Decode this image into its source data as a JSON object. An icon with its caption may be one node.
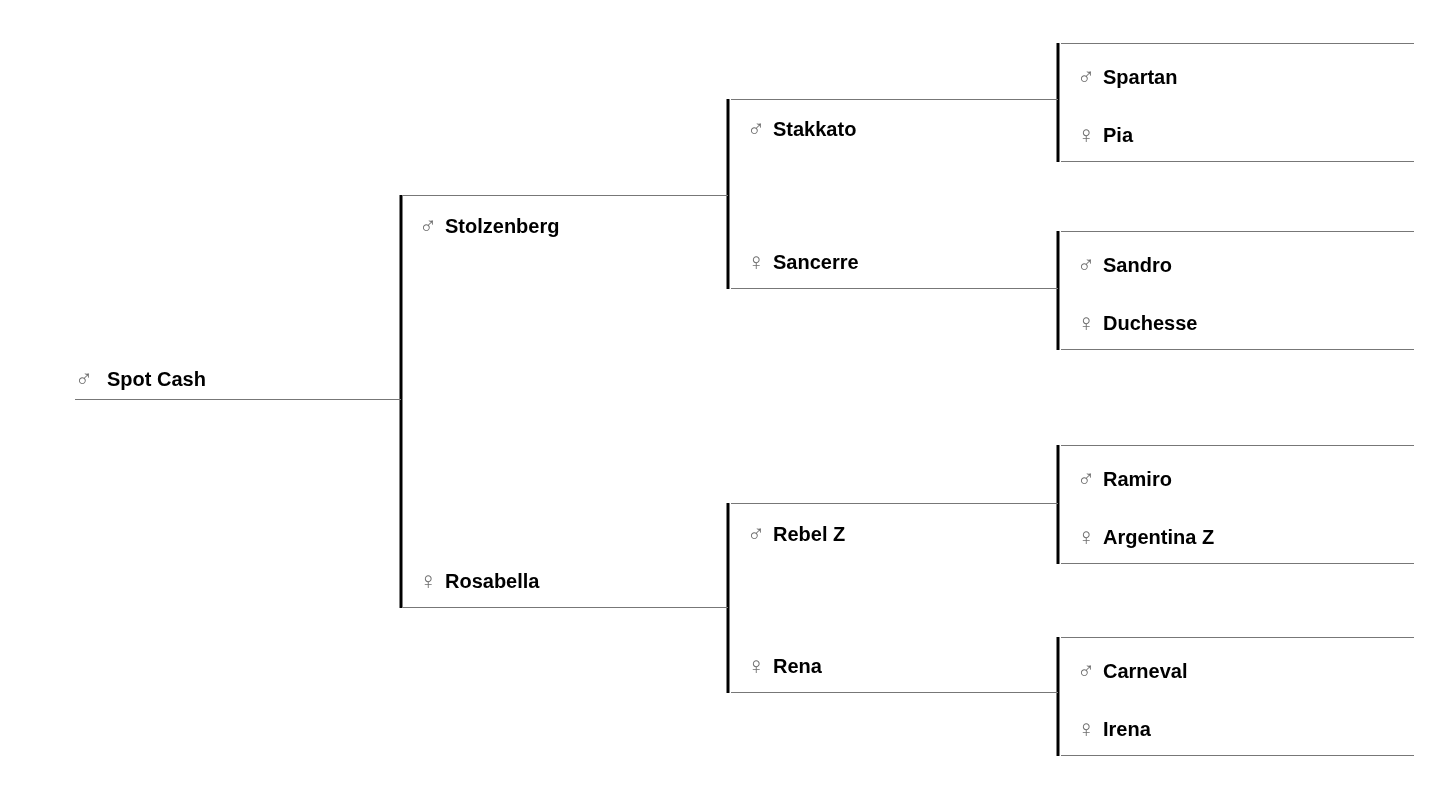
{
  "diagram": {
    "nodes": [
      {
        "text": [
          "♂",
          "Spot Cash"
        ]
      },
      {
        "text": [
          "♂",
          "Stolzenberg"
        ]
      },
      {
        "text": [
          "♀",
          "Rosabella"
        ]
      },
      {
        "text": [
          "♂",
          "Stakkato"
        ]
      },
      {
        "text": [
          "♀",
          "Sancerre"
        ]
      },
      {
        "text": [
          "♂",
          "Rebel Z"
        ]
      },
      {
        "text": [
          "♀",
          "Rena"
        ]
      },
      {
        "text": [
          "♂",
          "Spartan"
        ]
      },
      {
        "text": [
          "♀",
          "Pia"
        ]
      },
      {
        "text": [
          "♂",
          "Sandro"
        ]
      },
      {
        "text": [
          "♀",
          "Duchesse"
        ]
      },
      {
        "text": [
          "♂",
          "Ramiro"
        ]
      },
      {
        "text": [
          "♀",
          "Argentina Z"
        ]
      },
      {
        "text": [
          "♂",
          "Carneval"
        ]
      },
      {
        "text": [
          "♀",
          "Irena"
        ]
      }
    ],
    "edges": [
      {
        "from": 0,
        "to": 1,
        "arrow": "none"
      },
      {
        "from": 0,
        "to": 2,
        "arrow": "none"
      },
      {
        "from": 1,
        "to": 3,
        "arrow": "none"
      },
      {
        "from": 1,
        "to": 4,
        "arrow": "none"
      },
      {
        "from": 2,
        "to": 5,
        "arrow": "none"
      },
      {
        "from": 2,
        "to": 6,
        "arrow": "none"
      },
      {
        "from": 3,
        "to": 7,
        "arrow": "none"
      },
      {
        "from": 3,
        "to": 8,
        "arrow": "none"
      },
      {
        "from": 4,
        "to": 9,
        "arrow": "none"
      },
      {
        "from": 4,
        "to": 10,
        "arrow": "none"
      },
      {
        "from": 5,
        "to": 11,
        "arrow": "none"
      },
      {
        "from": 5,
        "to": 12,
        "arrow": "none"
      },
      {
        "from": 6,
        "to": 13,
        "arrow": "none"
      },
      {
        "from": 6,
        "to": 14,
        "arrow": "none"
      }
    ]
  }
}
